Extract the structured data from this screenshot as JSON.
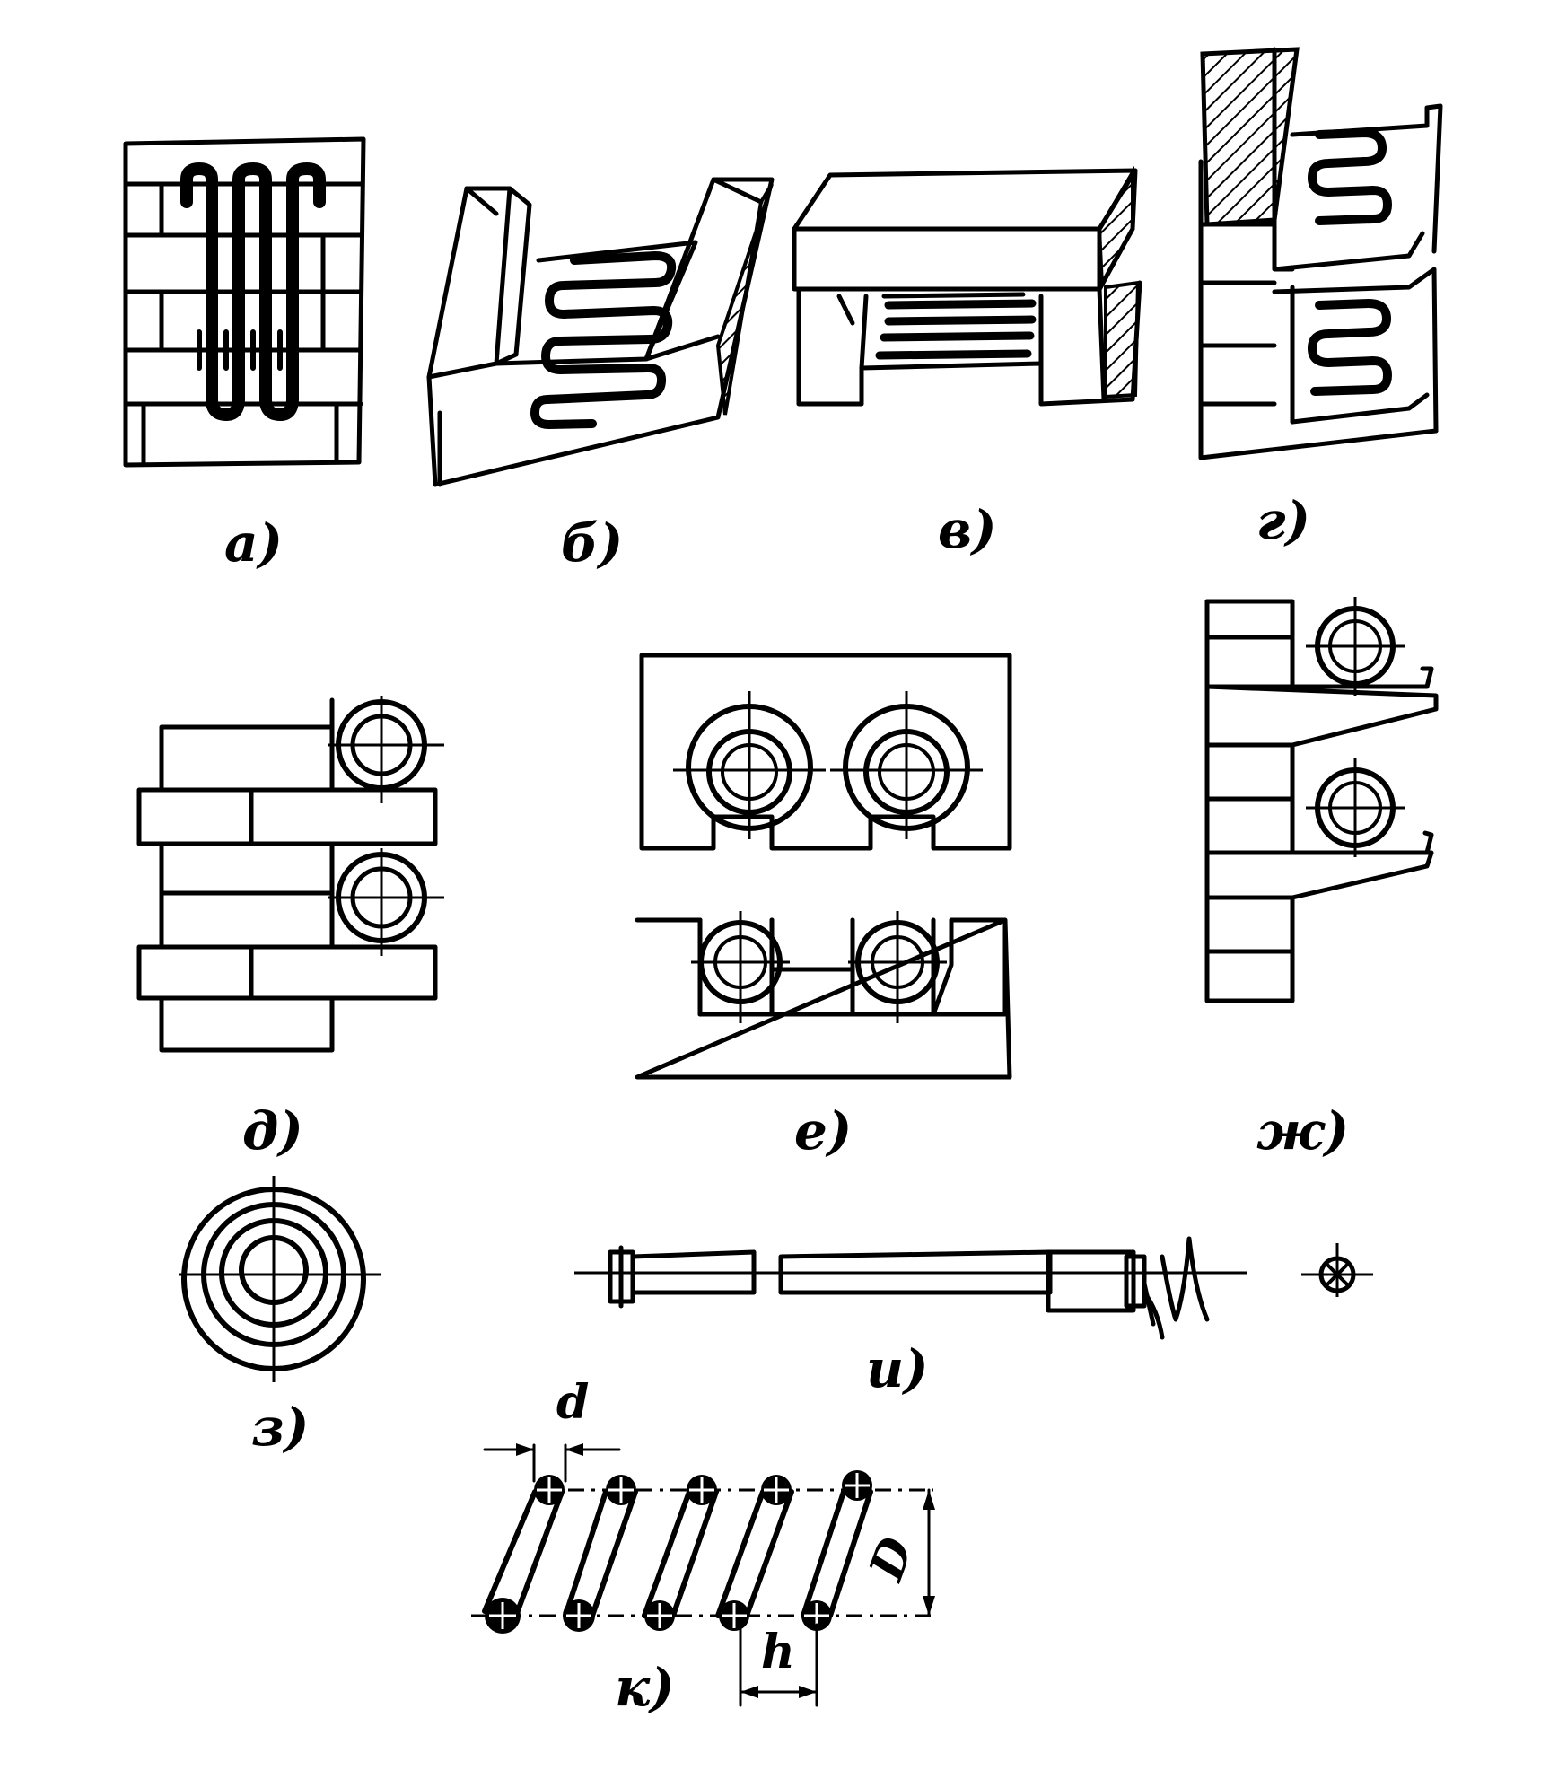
{
  "labels": {
    "a": "а)",
    "b": "б)",
    "v": "в)",
    "g": "г)",
    "d": "д)",
    "e": "е)",
    "zh": "ж)",
    "z": "з)",
    "i": "и)",
    "k": "к)"
  },
  "dimensions": {
    "wire_diameter": "d",
    "pitch": "h",
    "coil_diameter": "D"
  }
}
